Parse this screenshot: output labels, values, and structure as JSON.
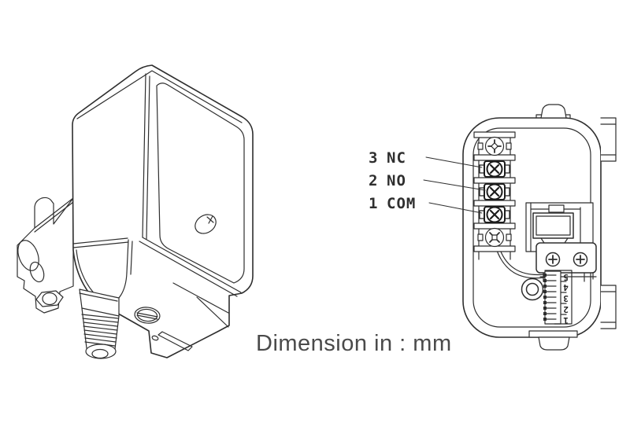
{
  "canvas": {
    "background": "#ffffff",
    "ink": "#2e2e2e",
    "bold_ink": "#1c1c1c",
    "note_color": "#4a4a4a"
  },
  "wiring": {
    "terminals": [
      {
        "pin": "3",
        "label": "NC"
      },
      {
        "pin": "2",
        "label": "NO"
      },
      {
        "pin": "1",
        "label": "COM"
      }
    ],
    "adjustment_scale": {
      "marks": [
        "5",
        "4",
        "3",
        "2",
        "1"
      ]
    }
  },
  "footer": {
    "dimension_note": "Dimension in : mm"
  }
}
